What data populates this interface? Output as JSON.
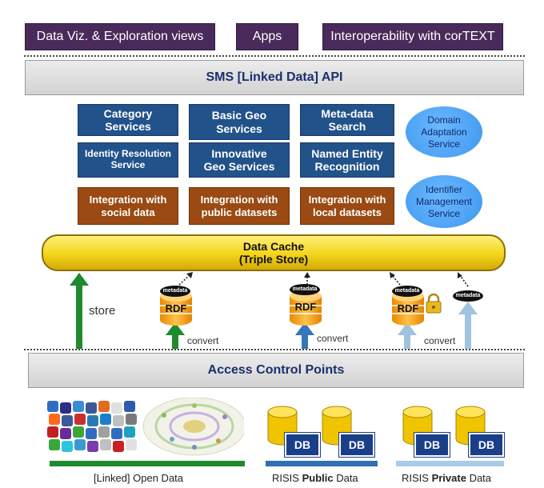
{
  "top": {
    "dataviz": "Data Viz. & Exploration views",
    "apps": "Apps",
    "interop": "Interoperability with corTEXT"
  },
  "api": "SMS [Linked Data] API",
  "services": {
    "category": [
      "Category",
      "Services"
    ],
    "basic_geo": [
      "Basic Geo",
      "Services"
    ],
    "metadata_search": [
      "Meta-data",
      "Search"
    ],
    "identity": [
      "Identity Resolution",
      "Service"
    ],
    "innovative_geo": [
      "Innovative",
      "Geo Services"
    ],
    "ner": [
      "Named Entity",
      "Recognition"
    ]
  },
  "integration": {
    "social": [
      "Integration with",
      "social data"
    ],
    "public": [
      "Integration with",
      "public datasets"
    ],
    "local": [
      "Integration with",
      "local datasets"
    ]
  },
  "ellipses": {
    "domain": [
      "Domain",
      "Adaptation",
      "Service"
    ],
    "identifier": [
      "Identifier",
      "Management",
      "Service"
    ]
  },
  "cache": {
    "line1": "Data Cache",
    "line2": "(Triple Store)"
  },
  "labels": {
    "store": "store",
    "convert": "convert"
  },
  "rdf": {
    "label": "RDF",
    "meta": "metadata"
  },
  "access": "Access Control Points",
  "db": "DB",
  "bottom": {
    "open": "[Linked] Open Data",
    "public_pre": "RISIS ",
    "public_bold": "Public",
    "public_post": " Data",
    "private_pre": "RISIS ",
    "private_bold": "Private",
    "private_post": " Data"
  },
  "colors": {
    "green": "#1e8a2e",
    "blue_arrow": "#3577b8",
    "light_blue": "#9fc3e0",
    "open_bar": "#1e8a2e",
    "public_bar": "#2f6fb3",
    "private_bar": "#a9cbe6"
  }
}
